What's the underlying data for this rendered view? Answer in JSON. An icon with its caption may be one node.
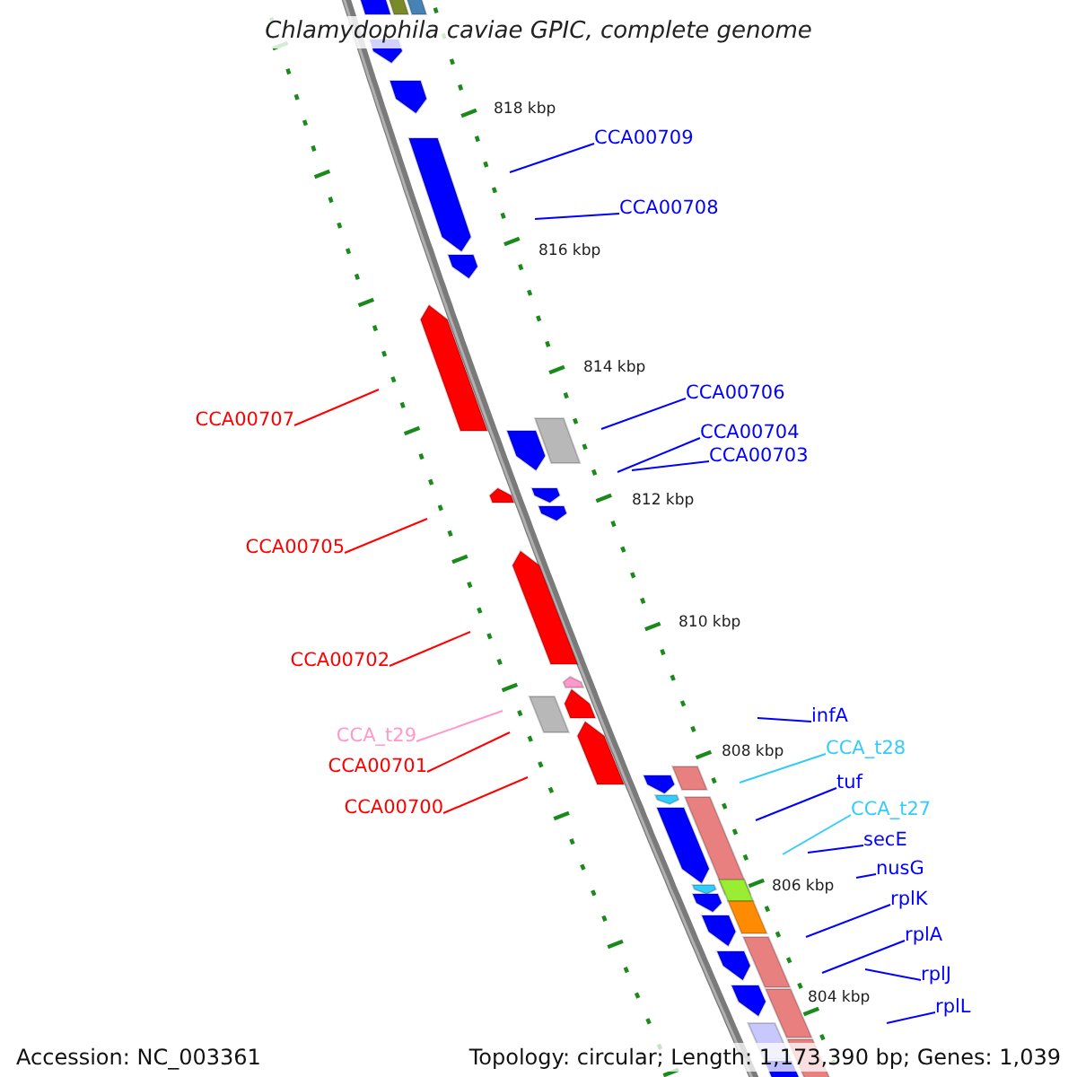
{
  "diagram": {
    "title": "Chlamydophila caviae GPIC, complete genome",
    "nodes": [
      {
        "text": [
          "CCA00709"
        ]
      },
      {
        "text": [
          "CCA00708"
        ]
      },
      {
        "text": [
          "CCA00706"
        ]
      },
      {
        "text": [
          "CCA00707"
        ]
      },
      {
        "text": [
          "CCA00704"
        ]
      },
      {
        "text": [
          "CCA00703"
        ]
      },
      {
        "text": [
          "CCA00705"
        ]
      },
      {
        "text": [
          "CCA00702"
        ]
      },
      {
        "text": [
          "infA"
        ]
      },
      {
        "text": [
          "CCA_t29"
        ]
      },
      {
        "text": [
          "CCA_t28"
        ]
      },
      {
        "text": [
          "CCA00701"
        ]
      },
      {
        "text": [
          "tuf"
        ]
      },
      {
        "text": [
          "CCA00700"
        ]
      },
      {
        "text": [
          "CCA_t27"
        ]
      },
      {
        "text": [
          "secE"
        ]
      },
      {
        "text": [
          "nusG"
        ]
      },
      {
        "text": [
          "rplK"
        ]
      },
      {
        "text": [
          "rplA"
        ]
      },
      {
        "text": [
          "rplJ"
        ]
      },
      {
        "text": [
          "rplL"
        ]
      }
    ],
    "edges": [
      {
        "from": 0,
        "to": null,
        "arrow": "none"
      },
      {
        "from": 1,
        "to": null,
        "arrow": "none"
      },
      {
        "from": 2,
        "to": null,
        "arrow": "none"
      },
      {
        "from": 3,
        "to": null,
        "arrow": "none",
        "color": "#ff0000"
      },
      {
        "from": 4,
        "to": null,
        "arrow": "none"
      },
      {
        "from": 5,
        "to": null,
        "arrow": "none"
      },
      {
        "from": 6,
        "to": null,
        "arrow": "none",
        "color": "#ff0000"
      },
      {
        "from": 7,
        "to": null,
        "arrow": "none",
        "color": "#ff0000"
      },
      {
        "from": 8,
        "to": null,
        "arrow": "none"
      },
      {
        "from": 9,
        "to": null,
        "arrow": "none",
        "color": "#ff99cc"
      },
      {
        "from": 10,
        "to": null,
        "arrow": "none",
        "color": "#33ccff"
      },
      {
        "from": 11,
        "to": null,
        "arrow": "none",
        "color": "#ff0000"
      },
      {
        "from": 12,
        "to": null,
        "arrow": "none"
      },
      {
        "from": 13,
        "to": null,
        "arrow": "none",
        "color": "#ff0000"
      },
      {
        "from": 14,
        "to": null,
        "arrow": "none",
        "color": "#33ccff"
      },
      {
        "from": 15,
        "to": null,
        "arrow": "none"
      },
      {
        "from": 16,
        "to": null,
        "arrow": "none"
      },
      {
        "from": 17,
        "to": null,
        "arrow": "none"
      },
      {
        "from": 18,
        "to": null,
        "arrow": "none"
      },
      {
        "from": 19,
        "to": null,
        "arrow": "none"
      },
      {
        "from": 20,
        "to": null,
        "arrow": "none"
      }
    ],
    "labels": [
      "818 kbp",
      "816 kbp",
      "814 kbp",
      "812 kbp",
      "810 kbp",
      "808 kbp",
      "806 kbp",
      "804 kbp",
      "Accession: NC_003361",
      "Topology: circular; Length: 1,173,390 bp; Genes: 1,039"
    ]
  }
}
